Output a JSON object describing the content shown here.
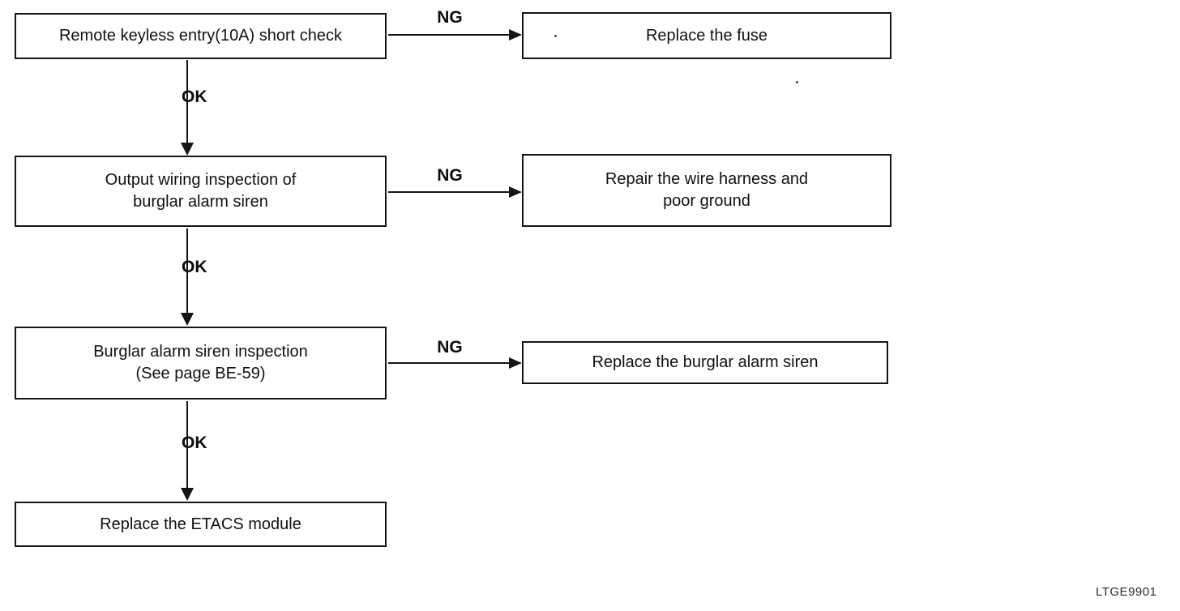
{
  "labels": {
    "ok": "OK",
    "ng": "NG"
  },
  "footer": {
    "code": "LTGE9901"
  },
  "flowchart": {
    "steps": [
      {
        "text": "Remote keyless entry(10A) short check"
      },
      {
        "line1": "Output wiring inspection of",
        "line2": "burglar alarm siren"
      },
      {
        "line1": "Burglar alarm siren inspection",
        "line2": "(See page BE-59)"
      },
      {
        "text": "Replace the ETACS module"
      }
    ],
    "ng_actions": [
      {
        "text": "Replace the fuse"
      },
      {
        "line1": "Repair the wire harness and",
        "line2": "poor ground"
      },
      {
        "text": "Replace the burglar alarm siren"
      }
    ]
  }
}
